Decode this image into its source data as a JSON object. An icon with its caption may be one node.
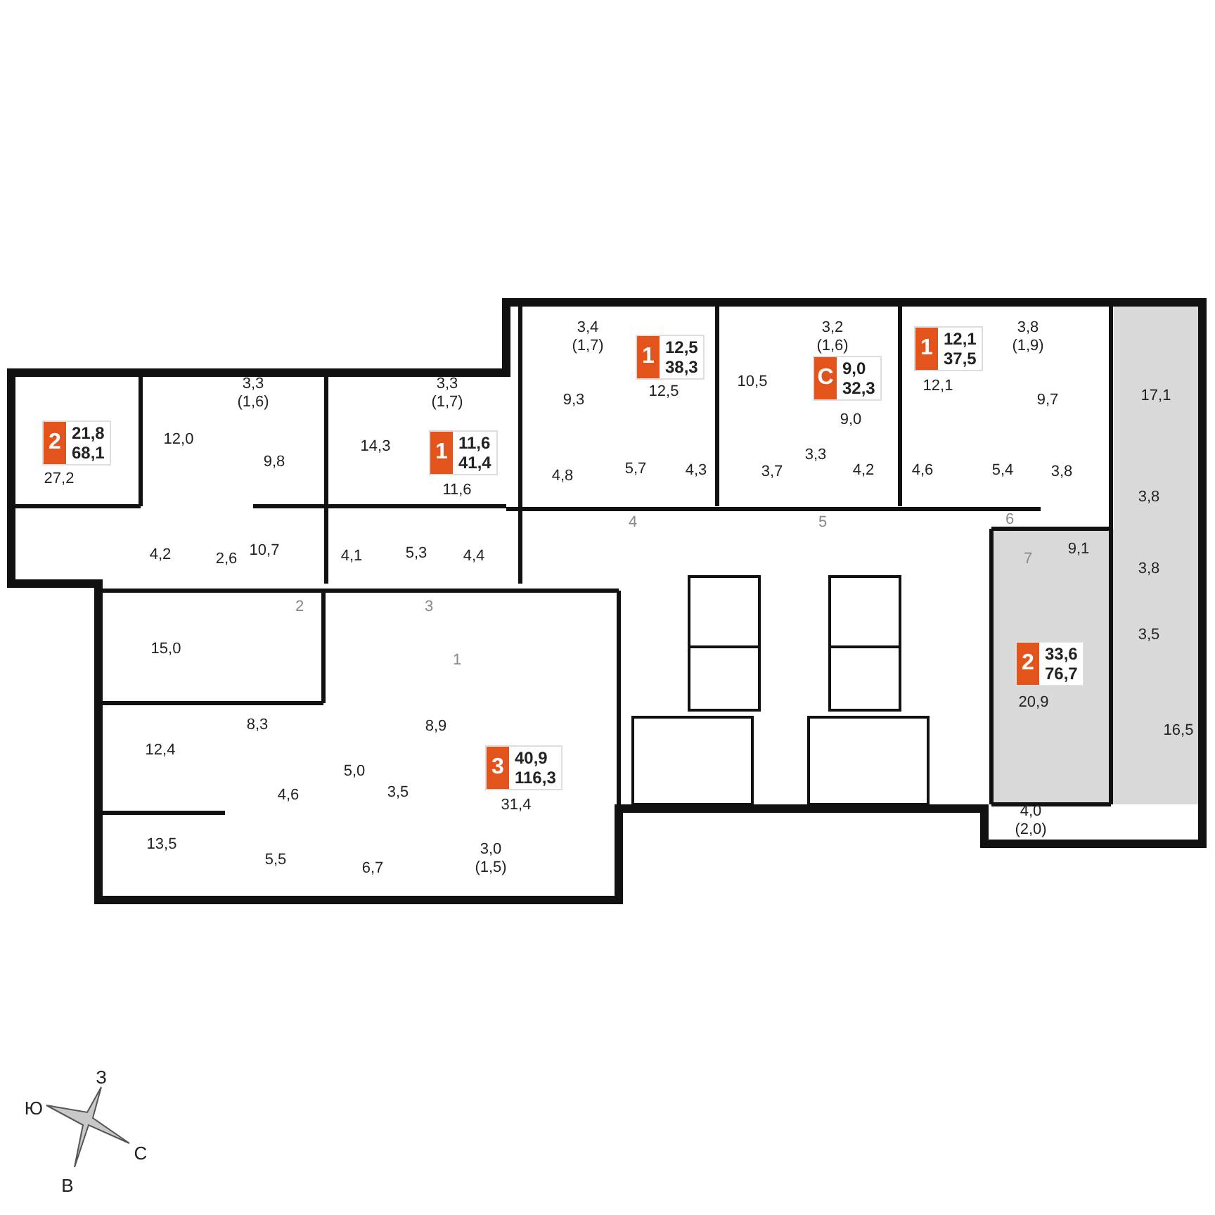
{
  "diagram": {
    "nodes": [
      {
        "text": [
          "2",
          "21,8",
          "68,1"
        ]
      },
      {
        "text": [
          "1",
          "11,6",
          "41,4"
        ]
      },
      {
        "text": [
          "1",
          "12,5",
          "38,3"
        ]
      },
      {
        "text": [
          "С",
          "9,0",
          "32,3"
        ]
      },
      {
        "text": [
          "1",
          "12,1",
          "37,5"
        ]
      },
      {
        "text": [
          "2",
          "33,6",
          "76,7"
        ]
      },
      {
        "text": [
          "3",
          "40,9",
          "116,3"
        ]
      }
    ],
    "labels": [
      "3,4 (1,7)",
      "3,2 (1,6)",
      "3,8 (1,9)",
      "17,1",
      "3,3 (1,6)",
      "3,3 (1,7)",
      "12,0",
      "14,3",
      "9,3",
      "12,5",
      "10,5",
      "9,0",
      "12,1",
      "9,7",
      "27,2",
      "9,8",
      "11,6",
      "4,8",
      "5,7",
      "4,3",
      "3,7",
      "3,3",
      "4,2",
      "4,6",
      "5,4",
      "3,8",
      "3,8",
      "4,2",
      "2,6",
      "10,7",
      "4,1",
      "5,3",
      "4,4",
      "4",
      "5",
      "6",
      "9,1",
      "7",
      "3,8",
      "2",
      "3",
      "3,5",
      "15,0",
      "1",
      "20,9",
      "8,3",
      "8,9",
      "12,4",
      "16,5",
      "5,0",
      "4,6",
      "3,5",
      "31,4",
      "13,5",
      "5,5",
      "6,7",
      "4,0 (2,0)",
      "3,0 (1,5)",
      "З",
      "Ю",
      "С",
      "В"
    ]
  }
}
